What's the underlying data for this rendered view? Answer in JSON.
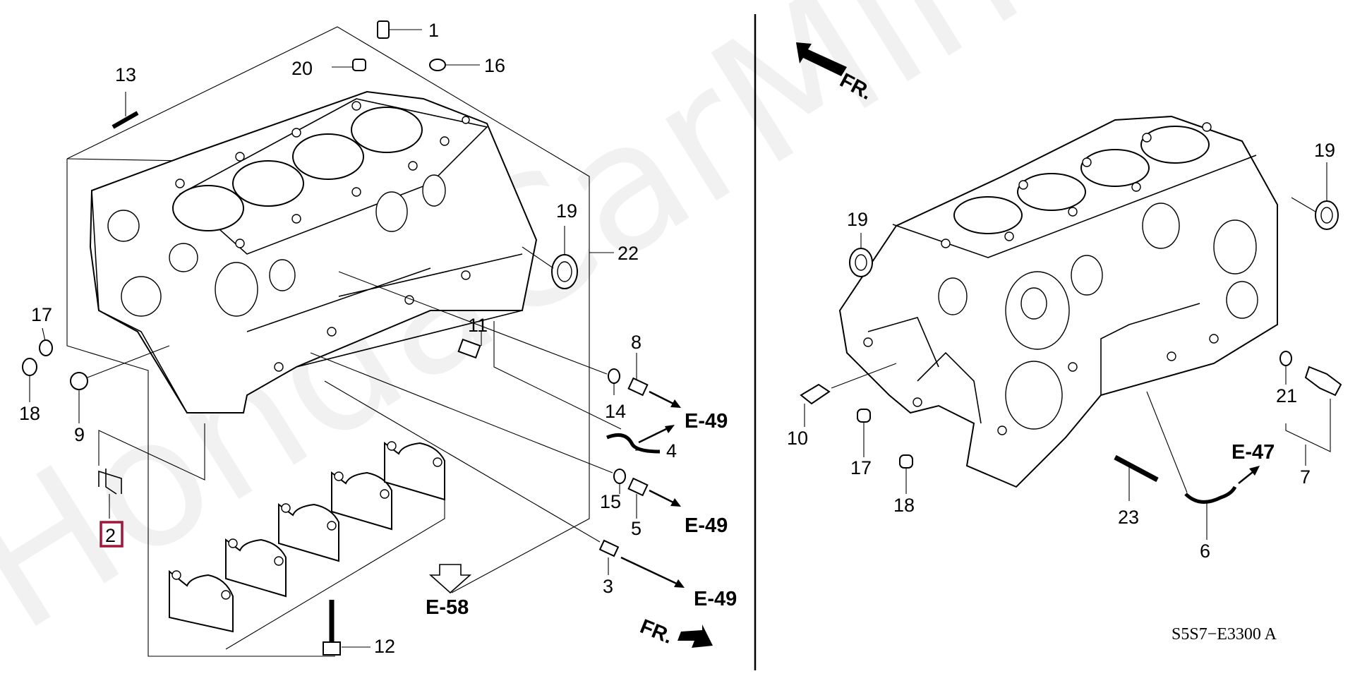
{
  "watermark": "HondaCarMine.ru",
  "diagram_code": "S5S7−E3300 A",
  "highlighted_callout": "2",
  "highlight_color": "#a0173a",
  "fr_marks": [
    "FR.",
    "FR."
  ],
  "refs": {
    "e49_a": "E-49",
    "e49_b": "E-49",
    "e49_c": "E-49",
    "e58": "E-58",
    "e47": "E-47"
  },
  "callouts": {
    "c1": "1",
    "c2": "2",
    "c3": "3",
    "c4": "4",
    "c5": "5",
    "c6": "6",
    "c7": "7",
    "c8": "8",
    "c9": "9",
    "c10": "10",
    "c11": "11",
    "c12": "12",
    "c13": "13",
    "c14": "14",
    "c15": "15",
    "c16": "16",
    "c17a": "17",
    "c17b": "17",
    "c18a": "18",
    "c18b": "18",
    "c19a": "19",
    "c19b": "19",
    "c19c": "19",
    "c20": "20",
    "c21": "21",
    "c22": "22",
    "c23": "23"
  }
}
